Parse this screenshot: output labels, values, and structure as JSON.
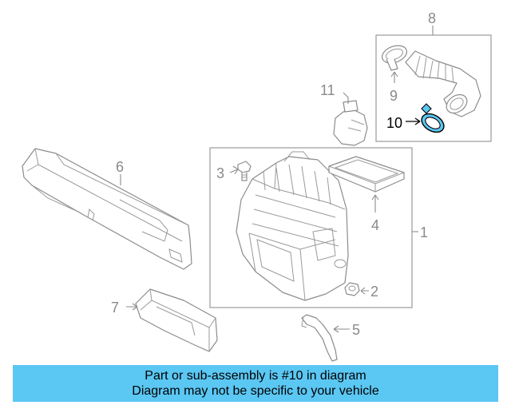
{
  "diagram": {
    "callouts": [
      {
        "id": "1",
        "label": "1"
      },
      {
        "id": "2",
        "label": "2"
      },
      {
        "id": "3",
        "label": "3"
      },
      {
        "id": "4",
        "label": "4"
      },
      {
        "id": "5",
        "label": "5"
      },
      {
        "id": "6",
        "label": "6"
      },
      {
        "id": "7",
        "label": "7"
      },
      {
        "id": "8",
        "label": "8"
      },
      {
        "id": "9",
        "label": "9"
      },
      {
        "id": "10",
        "label": "10"
      },
      {
        "id": "11",
        "label": "11"
      }
    ],
    "highlighted_part": "10",
    "highlight_color": "#5bc7f3",
    "line_color": "#8c8c8c"
  },
  "footer": {
    "line1": "Part or sub-assembly is #10 in diagram",
    "line2": "Diagram may not be specific to your vehicle",
    "background": "#5bc7f3"
  }
}
